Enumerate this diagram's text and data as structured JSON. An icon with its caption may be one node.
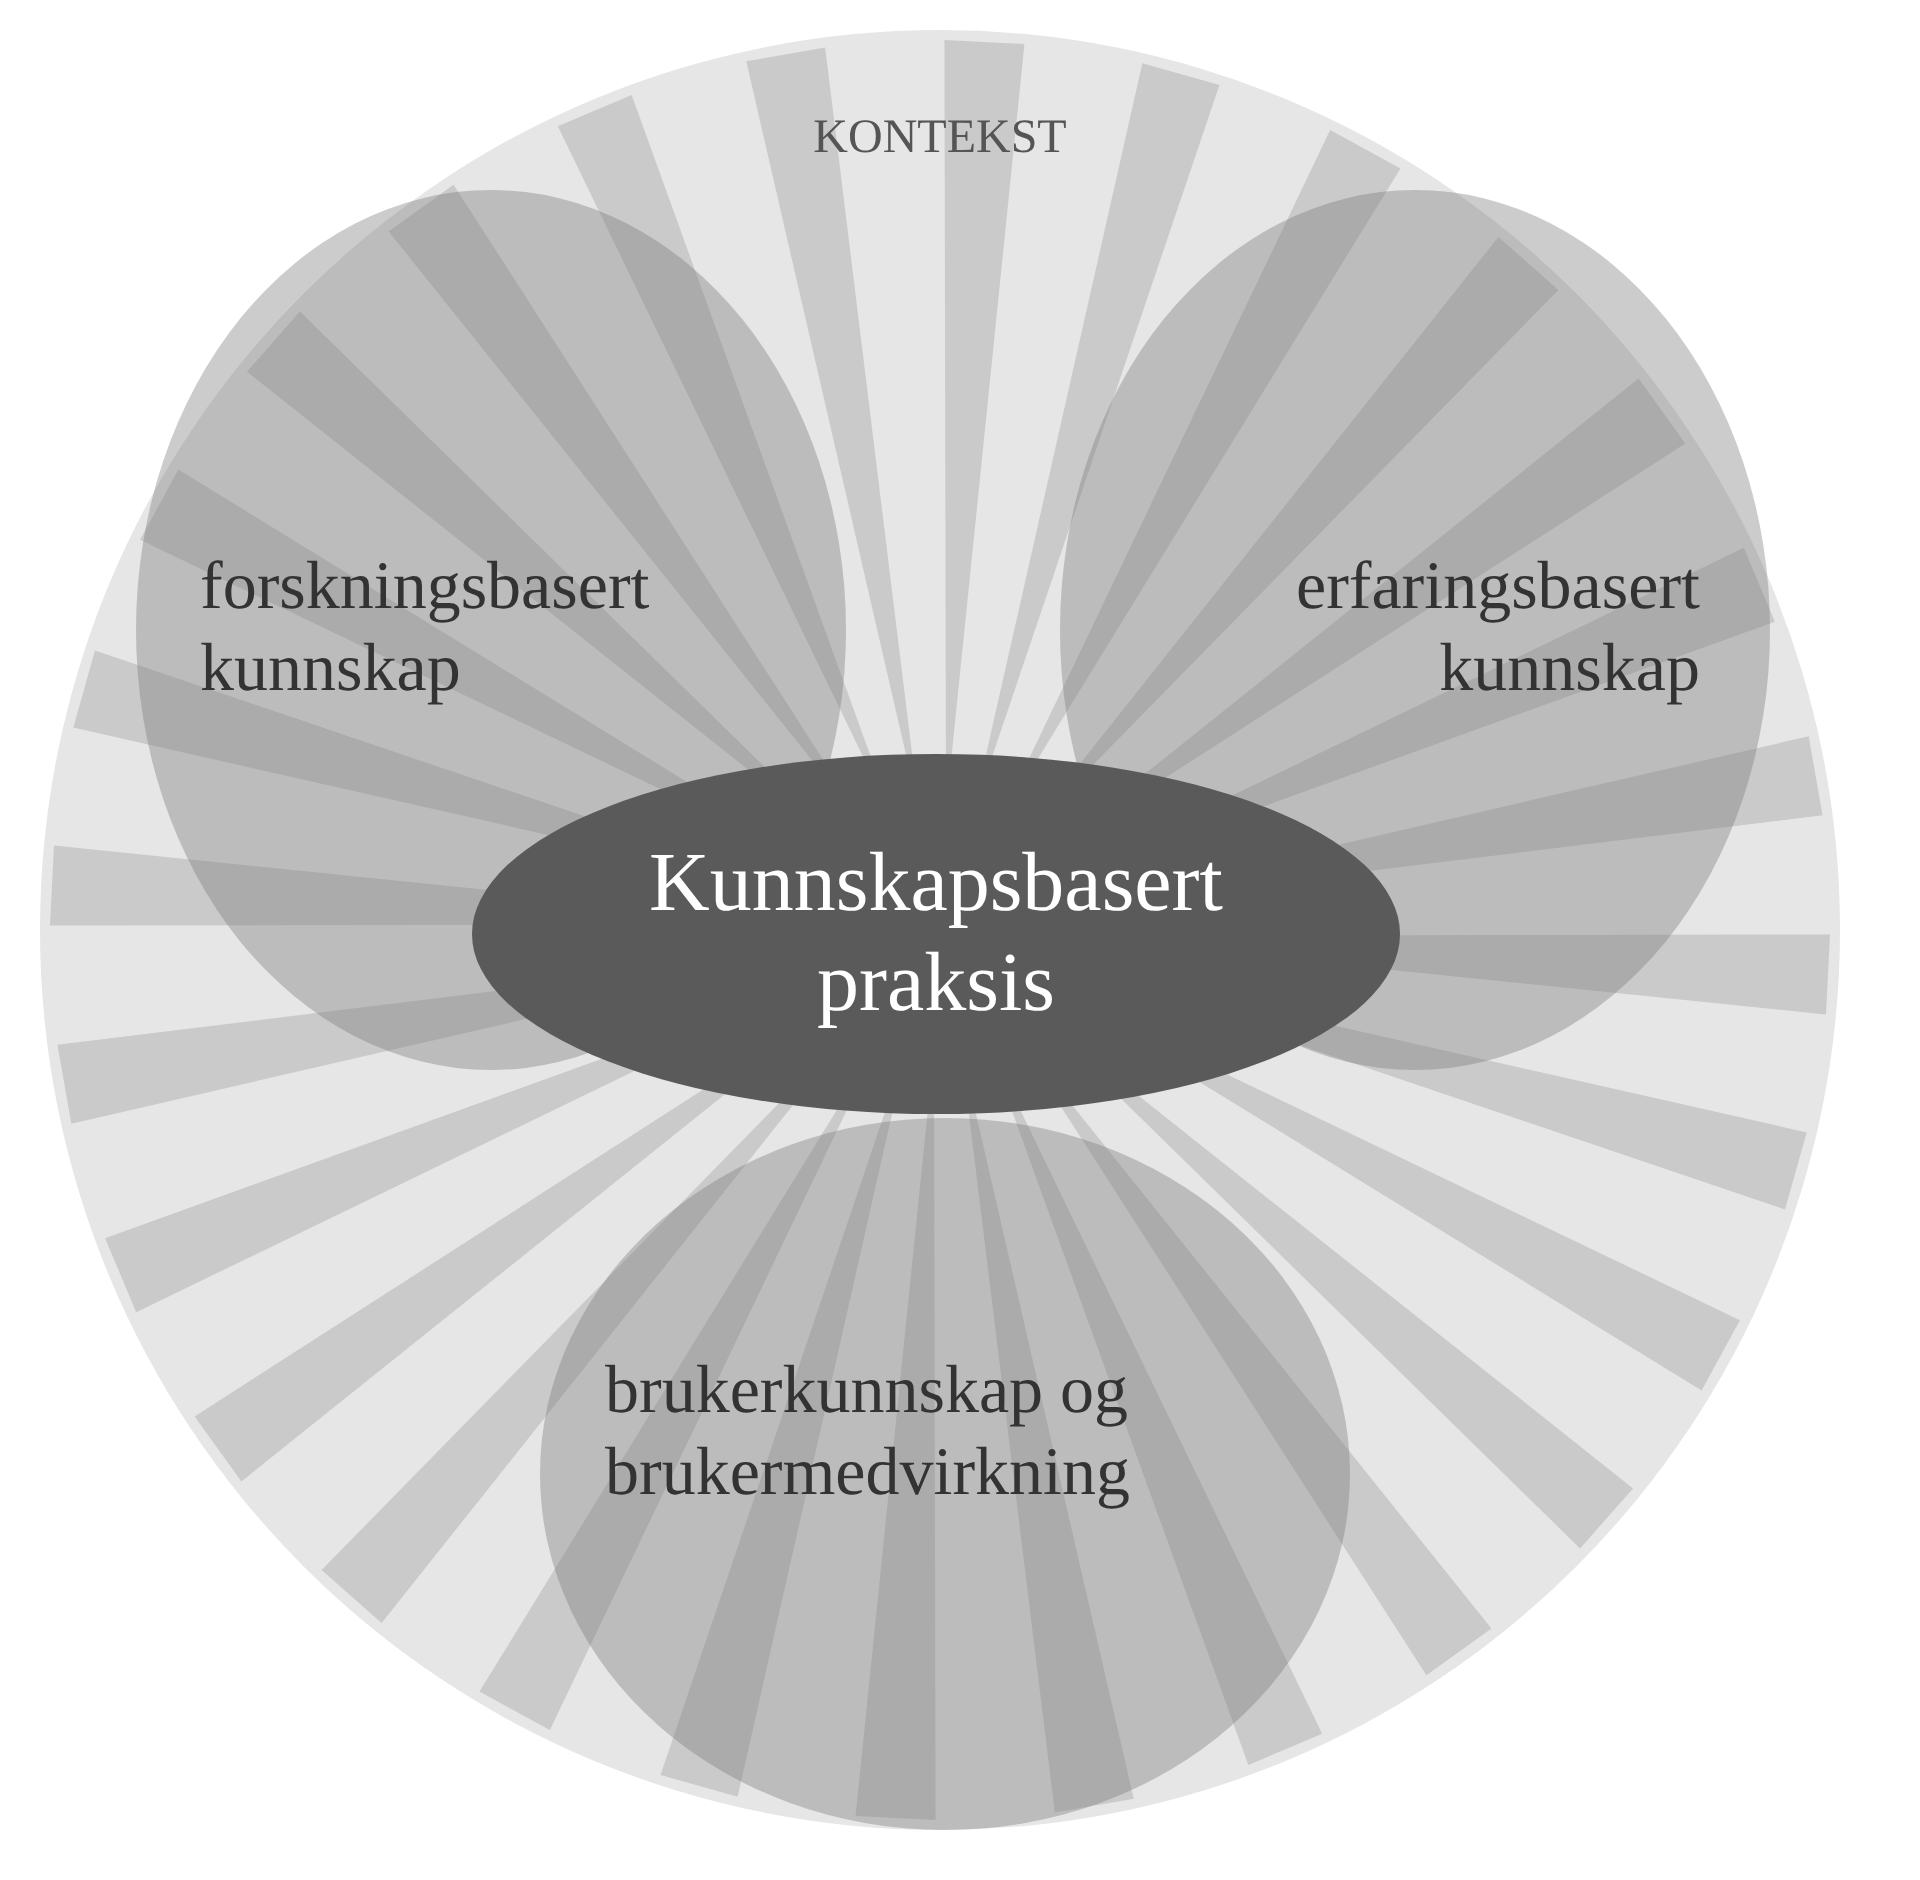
{
  "diagram": {
    "nodes": [
      {
        "text": [
          "KONTEKST"
        ]
      },
      {
        "text": [
          "forskningsbasert kunnskap"
        ],
        "in": 0
      },
      {
        "text": [
          "erfaringsbasert kunnskap"
        ],
        "in": 0
      },
      {
        "text": [
          "brukerkunnskap og brukermedvirkning"
        ],
        "in": 0
      },
      {
        "text": [
          "Kunnskapsbasert praksis"
        ],
        "in": 0
      }
    ]
  }
}
